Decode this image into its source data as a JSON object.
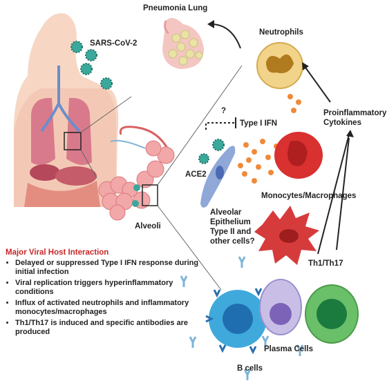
{
  "labels": {
    "pneumonia_lung": "Pneumonia Lung",
    "sars_cov_2": "SARS-CoV-2",
    "neutrophils": "Neutrophils",
    "proinflammatory_line1": "Proinflammatory",
    "proinflammatory_line2": "Cytokines",
    "question": "?",
    "type1_ifn": "Type I IFN",
    "ace2": "ACE2",
    "alveoli": "Alveoli",
    "monocytes_macrophages": "Monocytes/Macrophages",
    "alveolar_line1": "Alveolar",
    "alveolar_line2": "Epithelium",
    "alveolar_line3": "Type II and",
    "alveolar_line4": "other cells?",
    "th1_th17": "Th1/Th17",
    "plasma_cells": "Plasma Cells",
    "b_cells": "B cells"
  },
  "panel": {
    "title": "Major Viral Host Interaction",
    "items": [
      "Delayed or suppressed Type I IFN response during initial infection",
      "Viral replication triggers hyperinflammatory conditions",
      "Influx of activated neutrophils and inflammatory monocytes/macrophages",
      "Th1/Th17 is induced and specific antibodies are produced"
    ]
  },
  "colors": {
    "title_red": "#c62828",
    "virus_teal": "#3aa89a",
    "neutrophil": "#f2d38a",
    "rbc_red": "#d93030",
    "bcell_blue": "#3fa9dc",
    "plasma_purple": "#9b8fcf",
    "th_green": "#6abf69",
    "droplet_orange": "#f08a3a"
  }
}
